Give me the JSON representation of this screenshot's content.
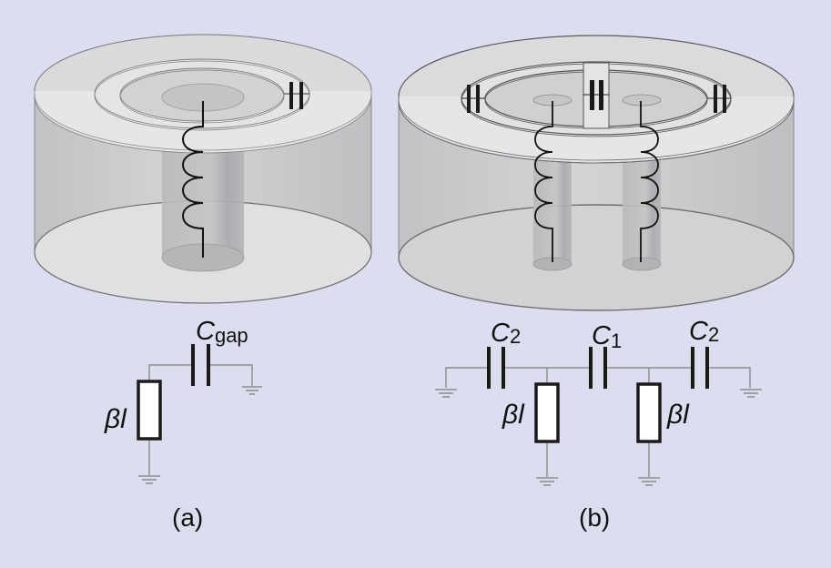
{
  "colors": {
    "background": "#dcdef0",
    "shell": "#c9c9cb",
    "shell_top": "#cfcfd1",
    "ring_light": "#e2e2e4",
    "floor": "#d9d9db",
    "post": "#b4b4b7",
    "wire": "#7d7d7d",
    "component": "#1a1a1a"
  },
  "panel_a": {
    "caption": "(a)",
    "capacitor": {
      "symbol": "C",
      "subscript": "gap"
    },
    "resistor": {
      "label_greek": "β",
      "label_italic": "l"
    }
  },
  "panel_b": {
    "caption": "(b)",
    "capacitors": [
      {
        "symbol": "C",
        "subscript": "2"
      },
      {
        "symbol": "C",
        "subscript": "1"
      },
      {
        "symbol": "C",
        "subscript": "2"
      }
    ],
    "resistors": [
      {
        "label_greek": "β",
        "label_italic": "l"
      },
      {
        "label_greek": "β",
        "label_italic": "l"
      }
    ]
  }
}
